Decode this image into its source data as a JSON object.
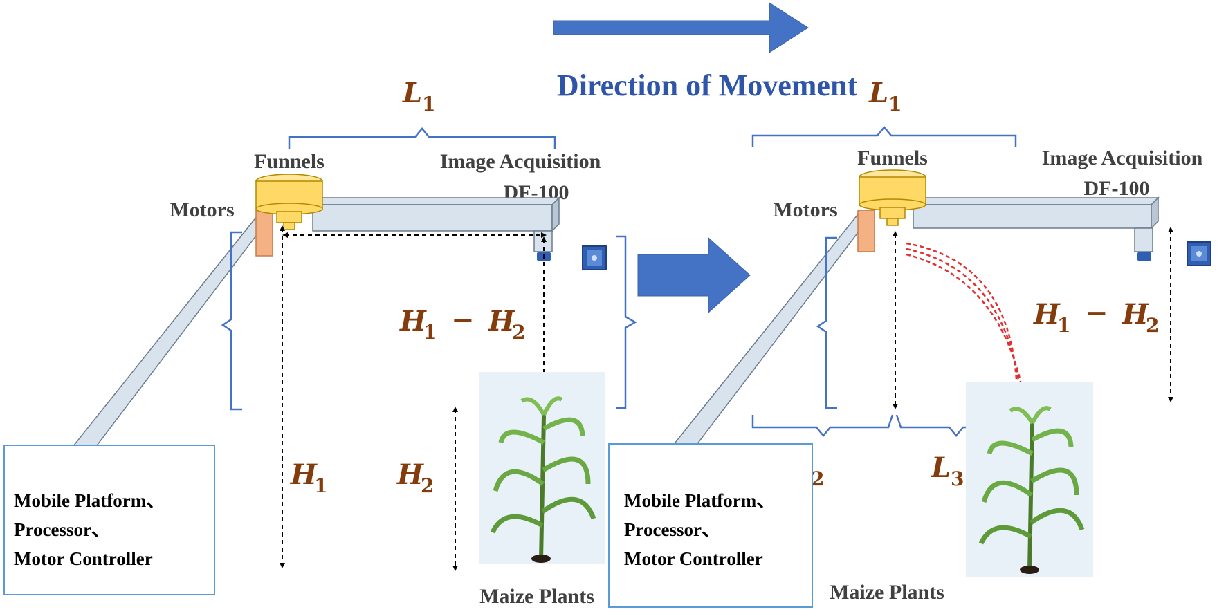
{
  "title": "Direction of Movement",
  "labels": {
    "funnels": "Funnels",
    "image_acquisition_line1": "Image Acquisition",
    "image_acquisition_line2": "DF-100",
    "motors": "Motors",
    "maize_plants": "Maize Plants"
  },
  "platform_box": {
    "line1": "Mobile Platform、",
    "line2": "Processor、",
    "line3": "Motor Controller"
  },
  "math": {
    "L1": {
      "base": "L",
      "sub": "1"
    },
    "L2": {
      "base": "L",
      "sub": "2"
    },
    "L3": {
      "base": "L",
      "sub": "3"
    },
    "H1": {
      "base": "H",
      "sub": "1"
    },
    "H2": {
      "base": "H",
      "sub": "2"
    },
    "H1_minus_H2": {
      "a": "H",
      "a_sub": "1",
      "op": "−",
      "b": "H",
      "b_sub": "2"
    }
  },
  "colors": {
    "title_blue": "#2f55a8",
    "arrow_blue": "#4472c4",
    "math_brown": "#843c0c",
    "label_gray": "#404040",
    "funnel_yellow": "#ffd966",
    "motor_orange": "#f4b183",
    "spray_red": "#e03030",
    "plant_bg": "#e8f1f8"
  },
  "icons": {
    "movement_arrow": "right-arrow",
    "camera": "camera-icon",
    "plant": "maize-plant-icon"
  }
}
